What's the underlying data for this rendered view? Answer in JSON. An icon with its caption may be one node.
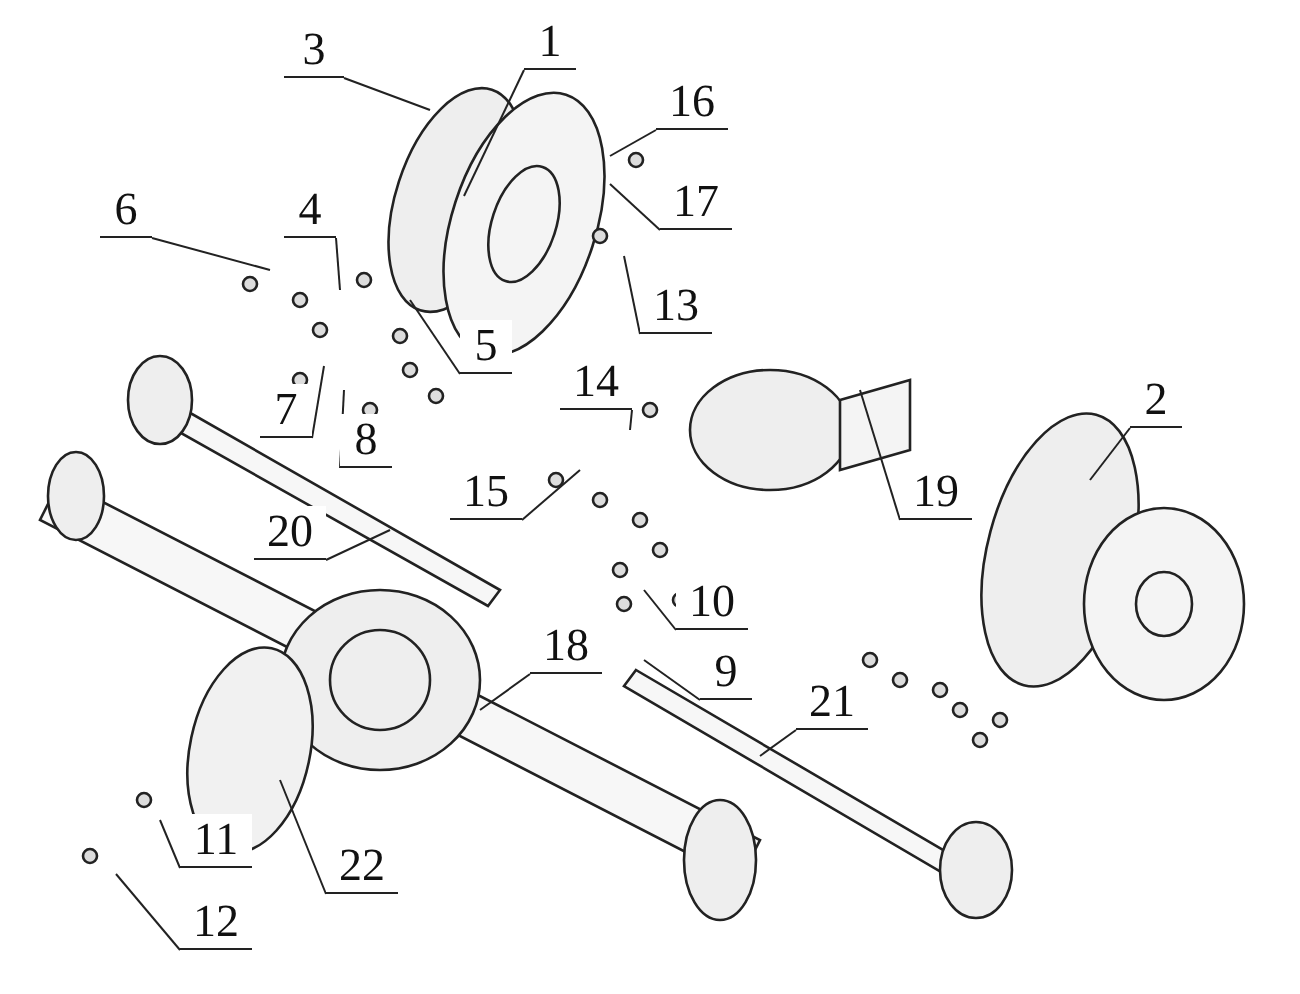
{
  "diagram": {
    "nodes": [
      {
        "text": [
          "3"
        ]
      },
      {
        "text": [
          "1"
        ]
      },
      {
        "text": [
          "16"
        ]
      },
      {
        "text": [
          "6"
        ]
      },
      {
        "text": [
          "4"
        ]
      },
      {
        "text": [
          "17"
        ]
      },
      {
        "text": [
          "13"
        ]
      },
      {
        "text": [
          "5"
        ]
      },
      {
        "text": [
          "14"
        ]
      },
      {
        "text": [
          "7"
        ]
      },
      {
        "text": [
          "8"
        ]
      },
      {
        "text": [
          "2"
        ]
      },
      {
        "text": [
          "15"
        ]
      },
      {
        "text": [
          "19"
        ]
      },
      {
        "text": [
          "20"
        ]
      },
      {
        "text": [
          "10"
        ]
      },
      {
        "text": [
          "18"
        ]
      },
      {
        "text": [
          "9"
        ]
      },
      {
        "text": [
          "21"
        ]
      },
      {
        "text": [
          "11"
        ]
      },
      {
        "text": [
          "22"
        ]
      },
      {
        "text": [
          "12"
        ]
      }
    ],
    "edges": [
      {
        "from": 0,
        "to": null,
        "arrow": "none"
      },
      {
        "from": 1,
        "to": null,
        "arrow": "none"
      },
      {
        "from": 2,
        "to": null,
        "arrow": "none"
      },
      {
        "from": 3,
        "to": null,
        "arrow": "none"
      },
      {
        "from": 4,
        "to": null,
        "arrow": "none"
      },
      {
        "from": 5,
        "to": null,
        "arrow": "none"
      },
      {
        "from": 6,
        "to": null,
        "arrow": "none"
      },
      {
        "from": 7,
        "to": null,
        "arrow": "none"
      },
      {
        "from": 8,
        "to": null,
        "arrow": "none"
      },
      {
        "from": 9,
        "to": null,
        "arrow": "none"
      },
      {
        "from": 10,
        "to": null,
        "arrow": "none"
      },
      {
        "from": 11,
        "to": null,
        "arrow": "none"
      },
      {
        "from": 12,
        "to": null,
        "arrow": "none"
      },
      {
        "from": 13,
        "to": null,
        "arrow": "none"
      },
      {
        "from": 14,
        "to": null,
        "arrow": "none"
      },
      {
        "from": 15,
        "to": null,
        "arrow": "none"
      },
      {
        "from": 16,
        "to": null,
        "arrow": "none"
      },
      {
        "from": 17,
        "to": null,
        "arrow": "none"
      },
      {
        "from": 18,
        "to": null,
        "arrow": "none"
      },
      {
        "from": 19,
        "to": null,
        "arrow": "none"
      },
      {
        "from": 20,
        "to": null,
        "arrow": "none"
      },
      {
        "from": 21,
        "to": null,
        "arrow": "none"
      }
    ]
  }
}
